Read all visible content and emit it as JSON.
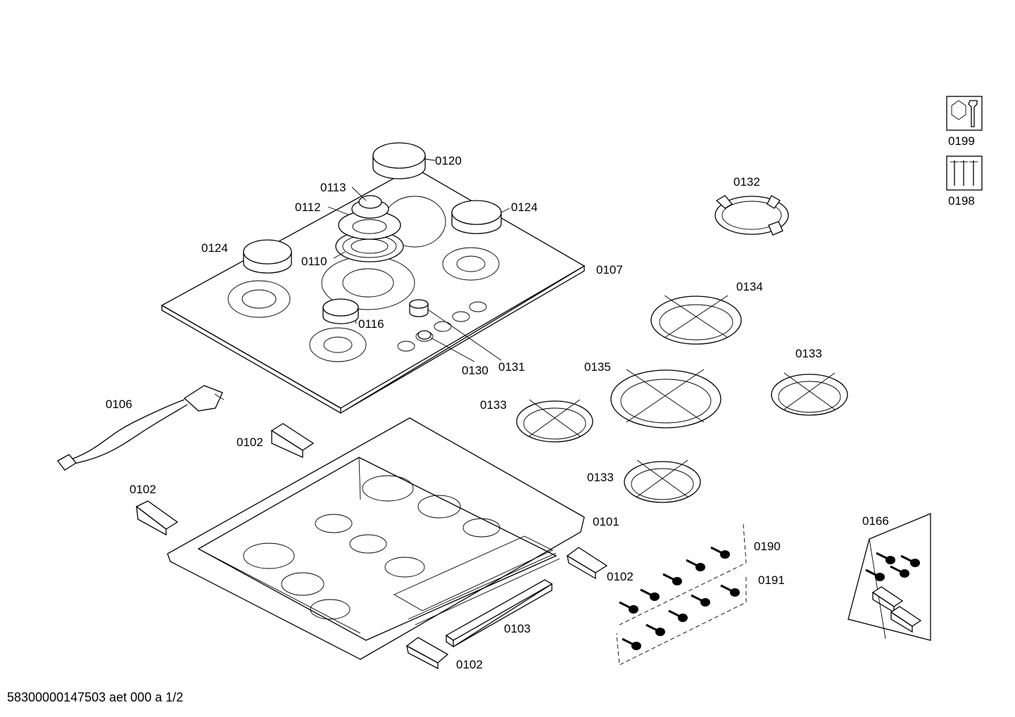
{
  "labels": {
    "p0120": "0120",
    "p0113": "0113",
    "p0112": "0112",
    "p0124a": "0124",
    "p0124b": "0124",
    "p0110": "0110",
    "p0107": "0107",
    "p0116": "0116",
    "p0130": "0130",
    "p0131": "0131",
    "p0106": "0106",
    "p0102a": "0102",
    "p0102b": "0102",
    "p0102c": "0102",
    "p0102d": "0102",
    "p0101": "0101",
    "p0103": "0103",
    "p0132": "0132",
    "p0134": "0134",
    "p0135": "0135",
    "p0133a": "0133",
    "p0133b": "0133",
    "p0133c": "0133",
    "p0190": "0190",
    "p0191": "0191",
    "p0166": "0166",
    "p0199": "0199",
    "p0198": "0198"
  },
  "footer": "58300000147503 aet 000 a 1/2",
  "icons": {
    "service_kit": "nut-and-wrench-icon",
    "screw_set": "screws-icon"
  }
}
